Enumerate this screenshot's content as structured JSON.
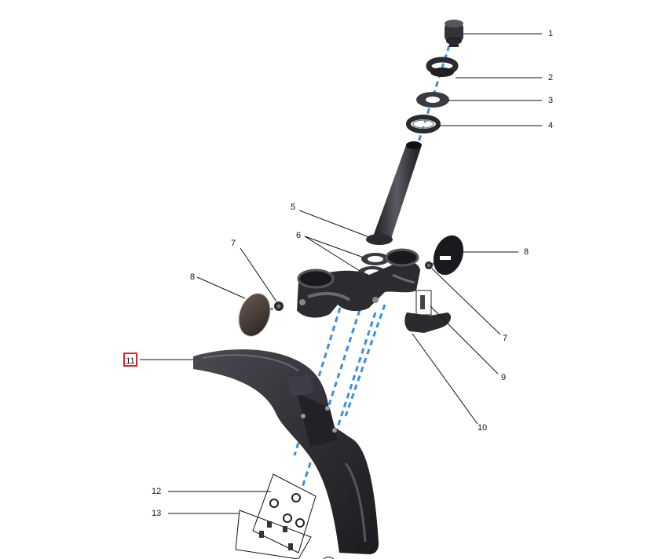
{
  "diagram": {
    "highlighted_callout": "11",
    "highlight_color": "#e0202a",
    "axis_color": "#3a8fe0",
    "part_color": "#2e2e33",
    "callouts": {
      "c1": "1",
      "c2": "2",
      "c3": "3",
      "c4": "4",
      "c5": "5",
      "c6": "6",
      "c7a": "7",
      "c7b": "7",
      "c8a": "8",
      "c8b": "8",
      "c9": "9",
      "c10": "10",
      "c11": "11",
      "c12": "12",
      "c13": "13"
    }
  }
}
